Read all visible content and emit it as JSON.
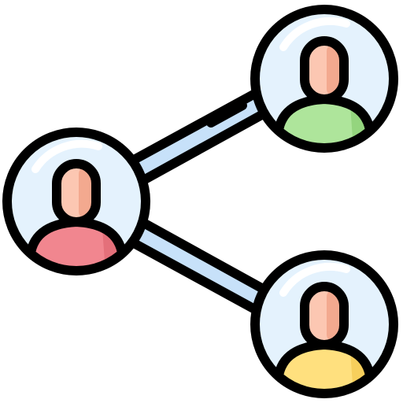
{
  "icon": {
    "name": "share-network-icon",
    "outline_color": "#000000",
    "node_fill": "#e4f2fd",
    "node_highlight": "#ffffff",
    "connector_fill": "#c7e1f9",
    "skin_color": "#fcc7b2",
    "skin_shade": "#f3a98f",
    "nodes": [
      {
        "name": "person-node-left",
        "body_color": "#f1868f",
        "body_shade": "#e4707a"
      },
      {
        "name": "person-node-top-right",
        "body_color": "#aee59b",
        "body_shade": "#94d57e"
      },
      {
        "name": "person-node-bottom-right",
        "body_color": "#ffe07e",
        "body_shade": "#f7cf5c"
      }
    ]
  }
}
